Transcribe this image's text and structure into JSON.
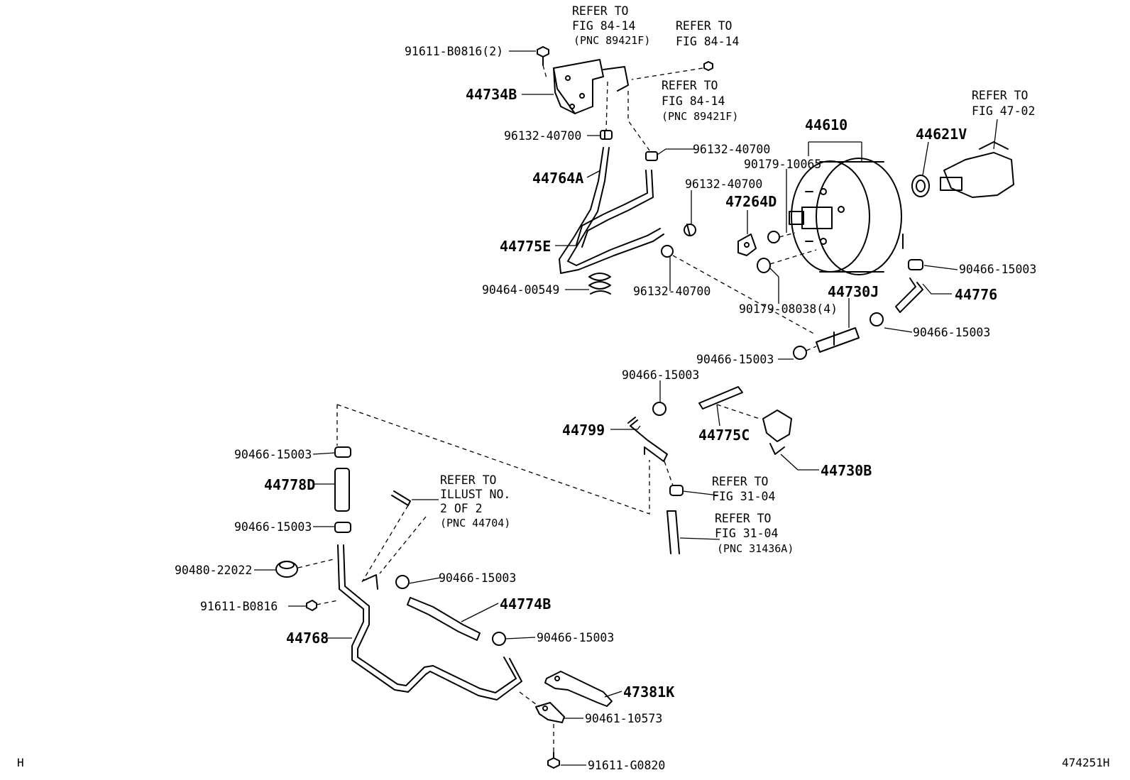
{
  "labels": {
    "p91611_B0816_2": "91611-B0816(2)",
    "p44734B": "44734B",
    "p96132_40700_a": "96132-40700",
    "p96132_40700_b": "96132-40700",
    "p96132_40700_c": "96132-40700",
    "p96132_40700_d": "96132-40700",
    "p44764A": "44764A",
    "p47264D": "47264D",
    "p44775E": "44775E",
    "p90464_00549": "90464-00549",
    "p44610": "44610",
    "p90179_10065": "90179-10065",
    "p44621V": "44621V",
    "p90466_15003_a": "90466-15003",
    "p44776": "44776",
    "p90179_08038_4": "90179-08038(4)",
    "p44730J": "44730J",
    "p90466_15003_b": "90466-15003",
    "p90466_15003_c": "90466-15003",
    "p90466_15003_d": "90466-15003",
    "p44799": "44799",
    "p44775C": "44775C",
    "p44730B": "44730B",
    "p90466_15003_e": "90466-15003",
    "p44778D": "44778D",
    "p90466_15003_f": "90466-15003",
    "p90480_22022": "90480-22022",
    "p90466_15003_g": "90466-15003",
    "p91611_B0816": "91611-B0816",
    "p44774B": "44774B",
    "p44768": "44768",
    "p90466_15003_h": "90466-15003",
    "p47381K": "47381K",
    "p90461_10573": "90461-10573",
    "p91611_G0820": "91611-G0820"
  },
  "refs": {
    "r1": [
      "REFER TO",
      "FIG 84-14",
      "(PNC 89421F)"
    ],
    "r2": [
      "REFER TO",
      "FIG 84-14"
    ],
    "r3": [
      "REFER TO",
      "FIG 84-14",
      "(PNC 89421F)"
    ],
    "r4": [
      "REFER TO",
      "FIG 47-02"
    ],
    "r5": [
      "REFER TO",
      "ILLUST NO.",
      "2 OF 2",
      "(PNC 44704)"
    ],
    "r6": [
      "REFER TO",
      "FIG 31-04"
    ],
    "r7": [
      "REFER TO",
      "FIG 31-04",
      "(PNC 31436A)"
    ]
  },
  "corner_left": "H",
  "corner_right": "474251H"
}
